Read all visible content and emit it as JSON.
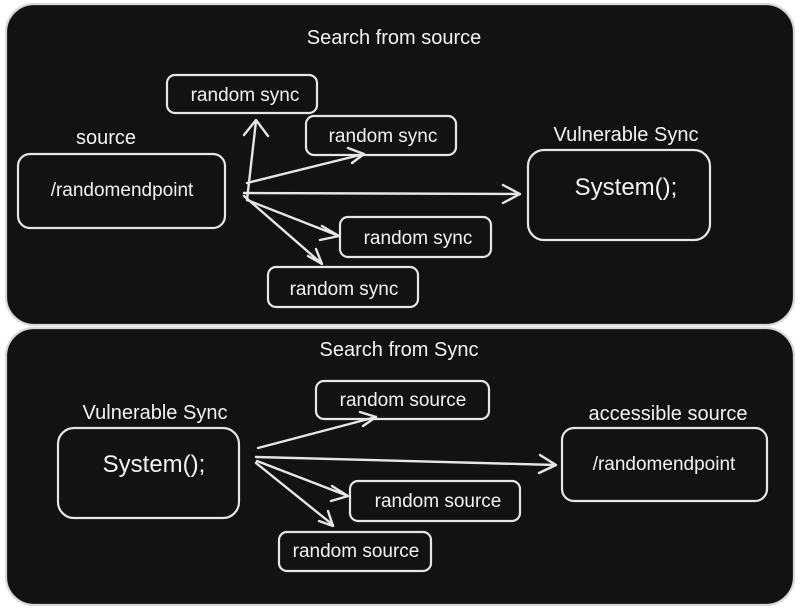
{
  "colors": {
    "background": "#121212",
    "stroke": "#e6e6e6",
    "text": "#f2f2f2",
    "page": "#ffffff"
  },
  "top_panel": {
    "title": "Search from source",
    "source_label": "source",
    "source_value": "/randomendpoint",
    "sink_label": "Vulnerable Sync",
    "sink_value": "System();",
    "random_boxes": [
      "random sync",
      "random sync",
      "random sync",
      "random sync"
    ]
  },
  "bottom_panel": {
    "title": "Search from Sync",
    "sink_label": "Vulnerable Sync",
    "sink_value": "System();",
    "target_label": "accessible source",
    "target_value": "/randomendpoint",
    "random_boxes": [
      "random source",
      "random source",
      "random source"
    ]
  }
}
